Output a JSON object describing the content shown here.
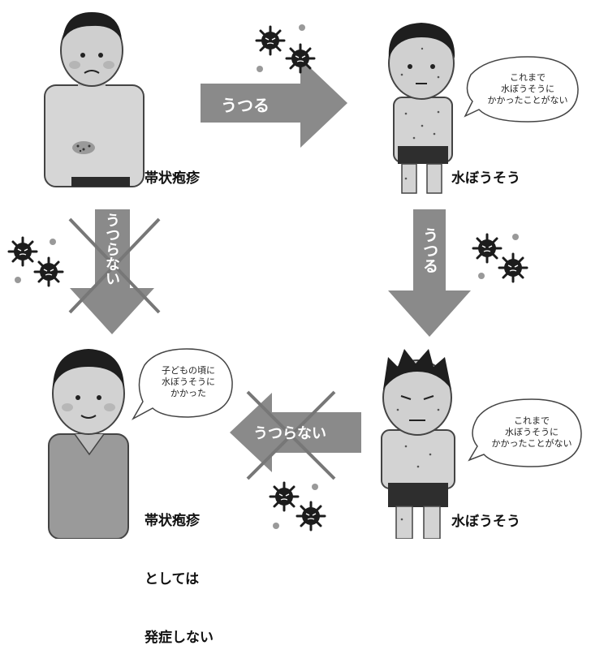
{
  "labels": {
    "top_left_caption": "帯状疱疹",
    "top_right_caption": "水ぼうそう",
    "bottom_right_caption": "水ぼうそう",
    "bottom_left_caption_line1": "帯状疱疹",
    "bottom_left_caption_line2": "としては",
    "bottom_left_caption_line3": "発症しない"
  },
  "arrows": {
    "top": "うつる",
    "right": "うつる",
    "left": "うつらない",
    "bottom": "うつらない"
  },
  "bubbles": {
    "top_right": [
      "これまで",
      "水ぼうそうに",
      "かかったことがない"
    ],
    "bottom_right": [
      "これまで",
      "水ぼうそうに",
      "かかったことがない"
    ],
    "bottom_left": [
      "子どもの頃に",
      "水ぼうそうに",
      "かかった"
    ]
  }
}
